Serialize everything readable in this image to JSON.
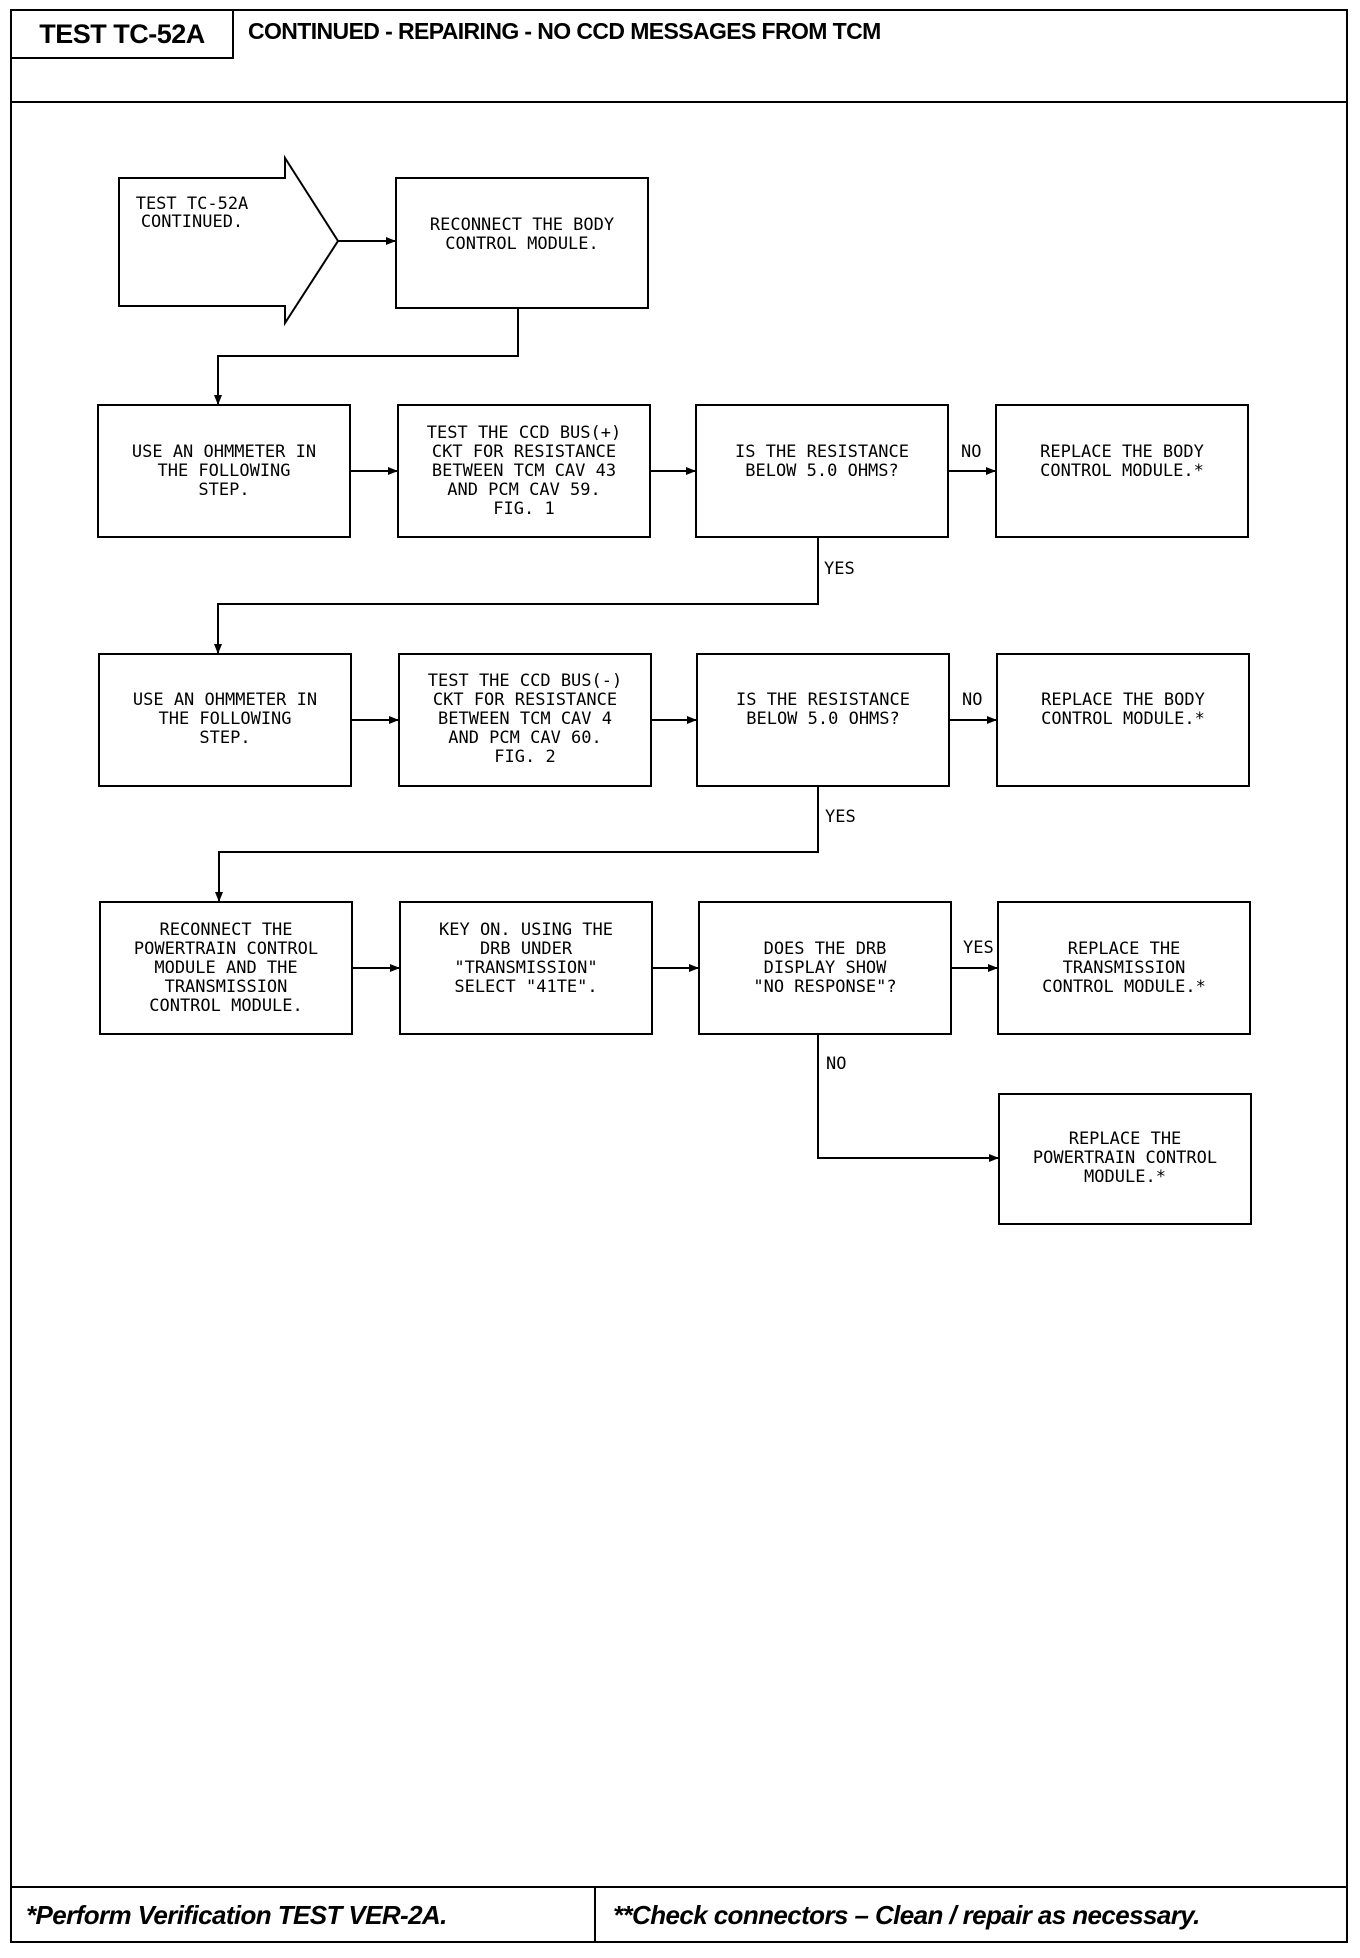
{
  "header": {
    "test_id": "TEST TC-52A",
    "title": "CONTINUED - REPAIRING - NO CCD MESSAGES FROM TCM"
  },
  "flowchart": {
    "start": {
      "lines": [
        "TEST TC-52A",
        "CONTINUED."
      ]
    },
    "steps": [
      {
        "id": "reconnect-bcm",
        "lines": [
          "RECONNECT THE BODY",
          "CONTROL MODULE."
        ]
      },
      {
        "id": "ohmmeter-1",
        "lines": [
          "USE AN OHMMETER IN",
          "THE FOLLOWING",
          "STEP."
        ]
      },
      {
        "id": "test-bus-plus",
        "lines": [
          "TEST THE CCD BUS(+)",
          "CKT FOR RESISTANCE",
          "BETWEEN TCM CAV 43",
          "AND PCM CAV 59.",
          "FIG. 1"
        ]
      },
      {
        "id": "question-1",
        "lines": [
          "IS THE RESISTANCE",
          "BELOW 5.0 OHMS?"
        ]
      },
      {
        "id": "replace-bcm-1",
        "lines": [
          "REPLACE THE BODY",
          "CONTROL MODULE.*"
        ]
      },
      {
        "id": "ohmmeter-2",
        "lines": [
          "USE AN OHMMETER IN",
          "THE FOLLOWING",
          "STEP."
        ]
      },
      {
        "id": "test-bus-minus",
        "lines": [
          "TEST THE CCD BUS(-)",
          "CKT FOR RESISTANCE",
          "BETWEEN TCM CAV 4",
          "AND PCM CAV 60.",
          "FIG. 2"
        ]
      },
      {
        "id": "question-2",
        "lines": [
          "IS THE RESISTANCE",
          "BELOW 5.0 OHMS?"
        ]
      },
      {
        "id": "replace-bcm-2",
        "lines": [
          "REPLACE THE BODY",
          "CONTROL MODULE.*"
        ]
      },
      {
        "id": "reconnect-pcm-tcm",
        "lines": [
          "RECONNECT THE",
          "POWERTRAIN CONTROL",
          "MODULE AND THE",
          "TRANSMISSION",
          "CONTROL MODULE."
        ]
      },
      {
        "id": "key-on",
        "lines": [
          "KEY ON. USING THE",
          "DRB UNDER",
          "\"TRANSMISSION\"",
          "SELECT \"41TE\"."
        ]
      },
      {
        "id": "question-3",
        "lines": [
          "DOES THE DRB",
          "DISPLAY SHOW",
          "\"NO RESPONSE\"?"
        ]
      },
      {
        "id": "replace-tcm",
        "lines": [
          "REPLACE THE",
          "TRANSMISSION",
          "CONTROL MODULE.*"
        ]
      },
      {
        "id": "replace-pcm",
        "lines": [
          "REPLACE THE",
          "POWERTRAIN CONTROL",
          "MODULE.*"
        ]
      }
    ],
    "labels": {
      "no_1": "NO",
      "yes_1": "YES",
      "no_2": "NO",
      "yes_2": "YES",
      "yes_3": "YES",
      "no_3": "NO"
    }
  },
  "footer": {
    "left": "*Perform Verification TEST VER-2A.",
    "right": "**Check connectors – Clean / repair as necessary."
  }
}
